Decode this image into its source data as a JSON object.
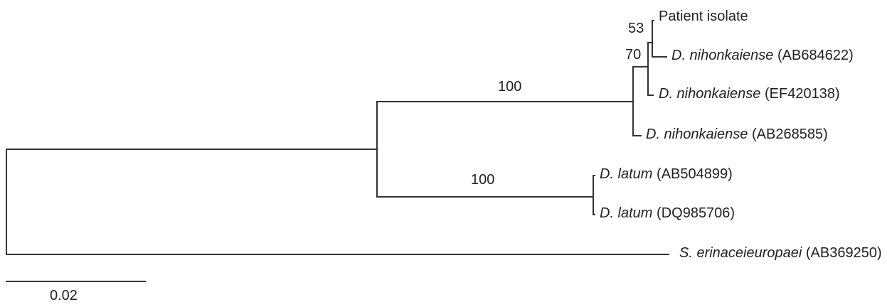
{
  "colors": {
    "line": "#333333",
    "text": "#222222",
    "background": "#ffffff"
  },
  "tree": {
    "bootstrap": {
      "b53": "53",
      "b70": "70",
      "b100_nihon": "100",
      "b100_latum": "100"
    },
    "taxa": [
      {
        "species": "",
        "accession": "Patient isolate"
      },
      {
        "species": "D. nihonkaiense",
        "accession": "(AB684622)"
      },
      {
        "species": "D. nihonkaiense",
        "accession": "(EF420138)"
      },
      {
        "species": "D. nihonkaiense",
        "accession": "(AB268585)"
      },
      {
        "species": "D. latum",
        "accession": "(AB504899)"
      },
      {
        "species": "D. latum",
        "accession": "(DQ985706)"
      },
      {
        "species": "S. erinaceieuropaei",
        "accession": "(AB369250)"
      }
    ],
    "scale": {
      "label": "0.02"
    }
  }
}
